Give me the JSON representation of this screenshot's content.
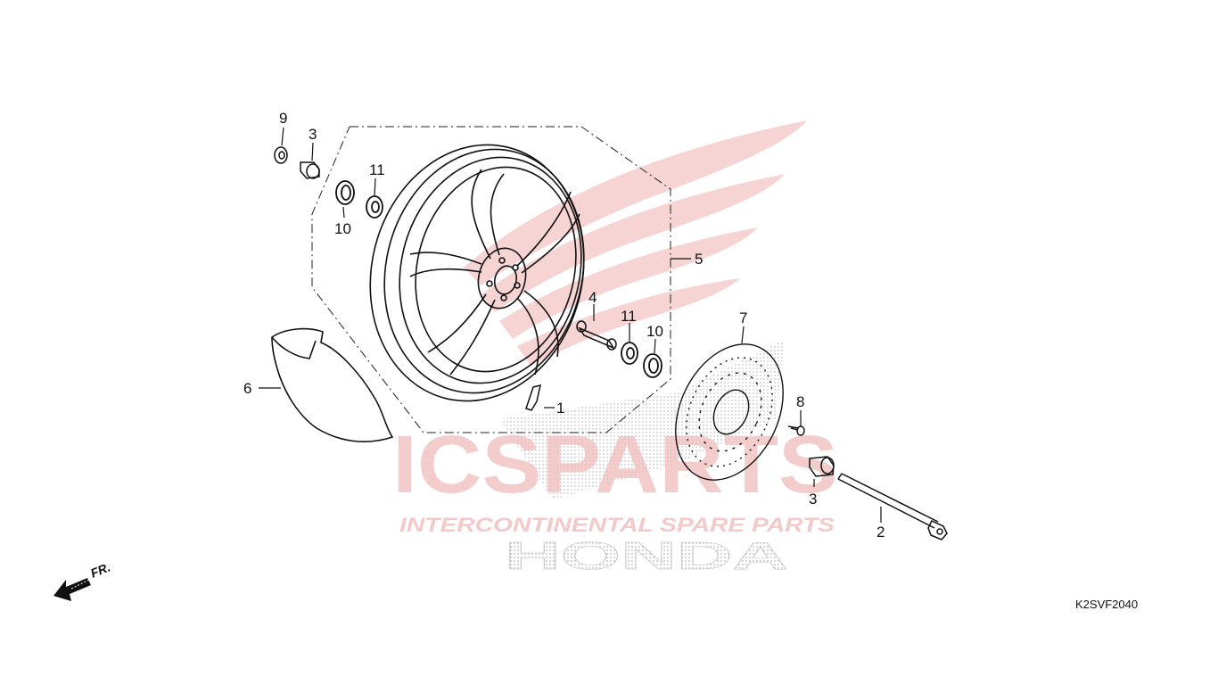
{
  "watermark": {
    "brand_text": "ICSPARTS",
    "tagline": "INTERCONTINENTAL SPARE PARTS",
    "maker_text": "HONDA",
    "accent_color": "#e8a0a0",
    "gray_color": "#cfcfcf"
  },
  "direction_indicator": {
    "label": "FR.",
    "icon": "front-arrow-icon"
  },
  "diagram_code": "K2SVF2040",
  "callouts": {
    "c1": "1",
    "c2": "2",
    "c3a": "3",
    "c3b": "3",
    "c4": "4",
    "c5": "5",
    "c6": "6",
    "c7": "7",
    "c8": "8",
    "c9": "9",
    "c10a": "10",
    "c10b": "10",
    "c11a": "11",
    "c11b": "11"
  },
  "parts_icons": [
    "valve-stem-icon",
    "axle-bolt-icon",
    "spacer-icon",
    "distance-collar-icon",
    "wheel-assembly-icon",
    "mudguard-icon",
    "brake-disc-icon",
    "disc-bolt-icon",
    "nut-icon",
    "oil-seal-icon",
    "bearing-icon"
  ]
}
